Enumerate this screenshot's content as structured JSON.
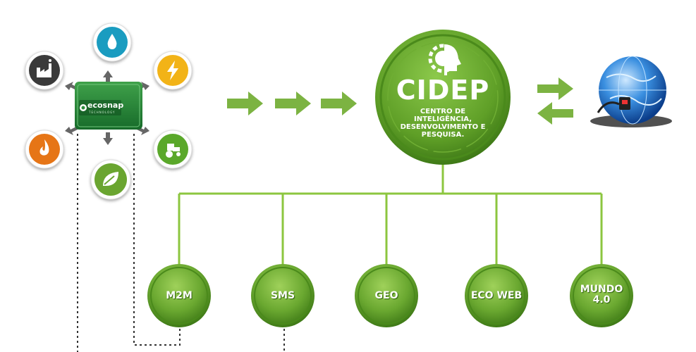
{
  "device": {
    "brand": "ecosnap",
    "sub": "TECHNOLOGY"
  },
  "sensors": [
    {
      "name": "industry-icon",
      "color": "#3a3a3a"
    },
    {
      "name": "water-drop-icon",
      "color": "#1a9cc0"
    },
    {
      "name": "lightning-icon",
      "color": "#f2b317"
    },
    {
      "name": "fire-icon",
      "color": "#e67516"
    },
    {
      "name": "tractor-icon",
      "color": "#5aa82a"
    },
    {
      "name": "leaf-icon",
      "color": "#6aa530"
    }
  ],
  "center": {
    "title": "CIDEP",
    "line1": "CENTRO DE",
    "line2": "INTELIGÊNCIA,",
    "line3": "DESENVOLVIMENTO E",
    "line4": "PESQUISA."
  },
  "modules": [
    {
      "label": "M2M"
    },
    {
      "label": "SMS"
    },
    {
      "label": "GEO"
    },
    {
      "label": "ECO WEB"
    },
    {
      "label_line1": "MUNDO",
      "label_line2": "4.0"
    }
  ],
  "colors": {
    "accent": "#7cb342",
    "accent_dark": "#4e8a1e",
    "connector": "#8cc63f"
  }
}
